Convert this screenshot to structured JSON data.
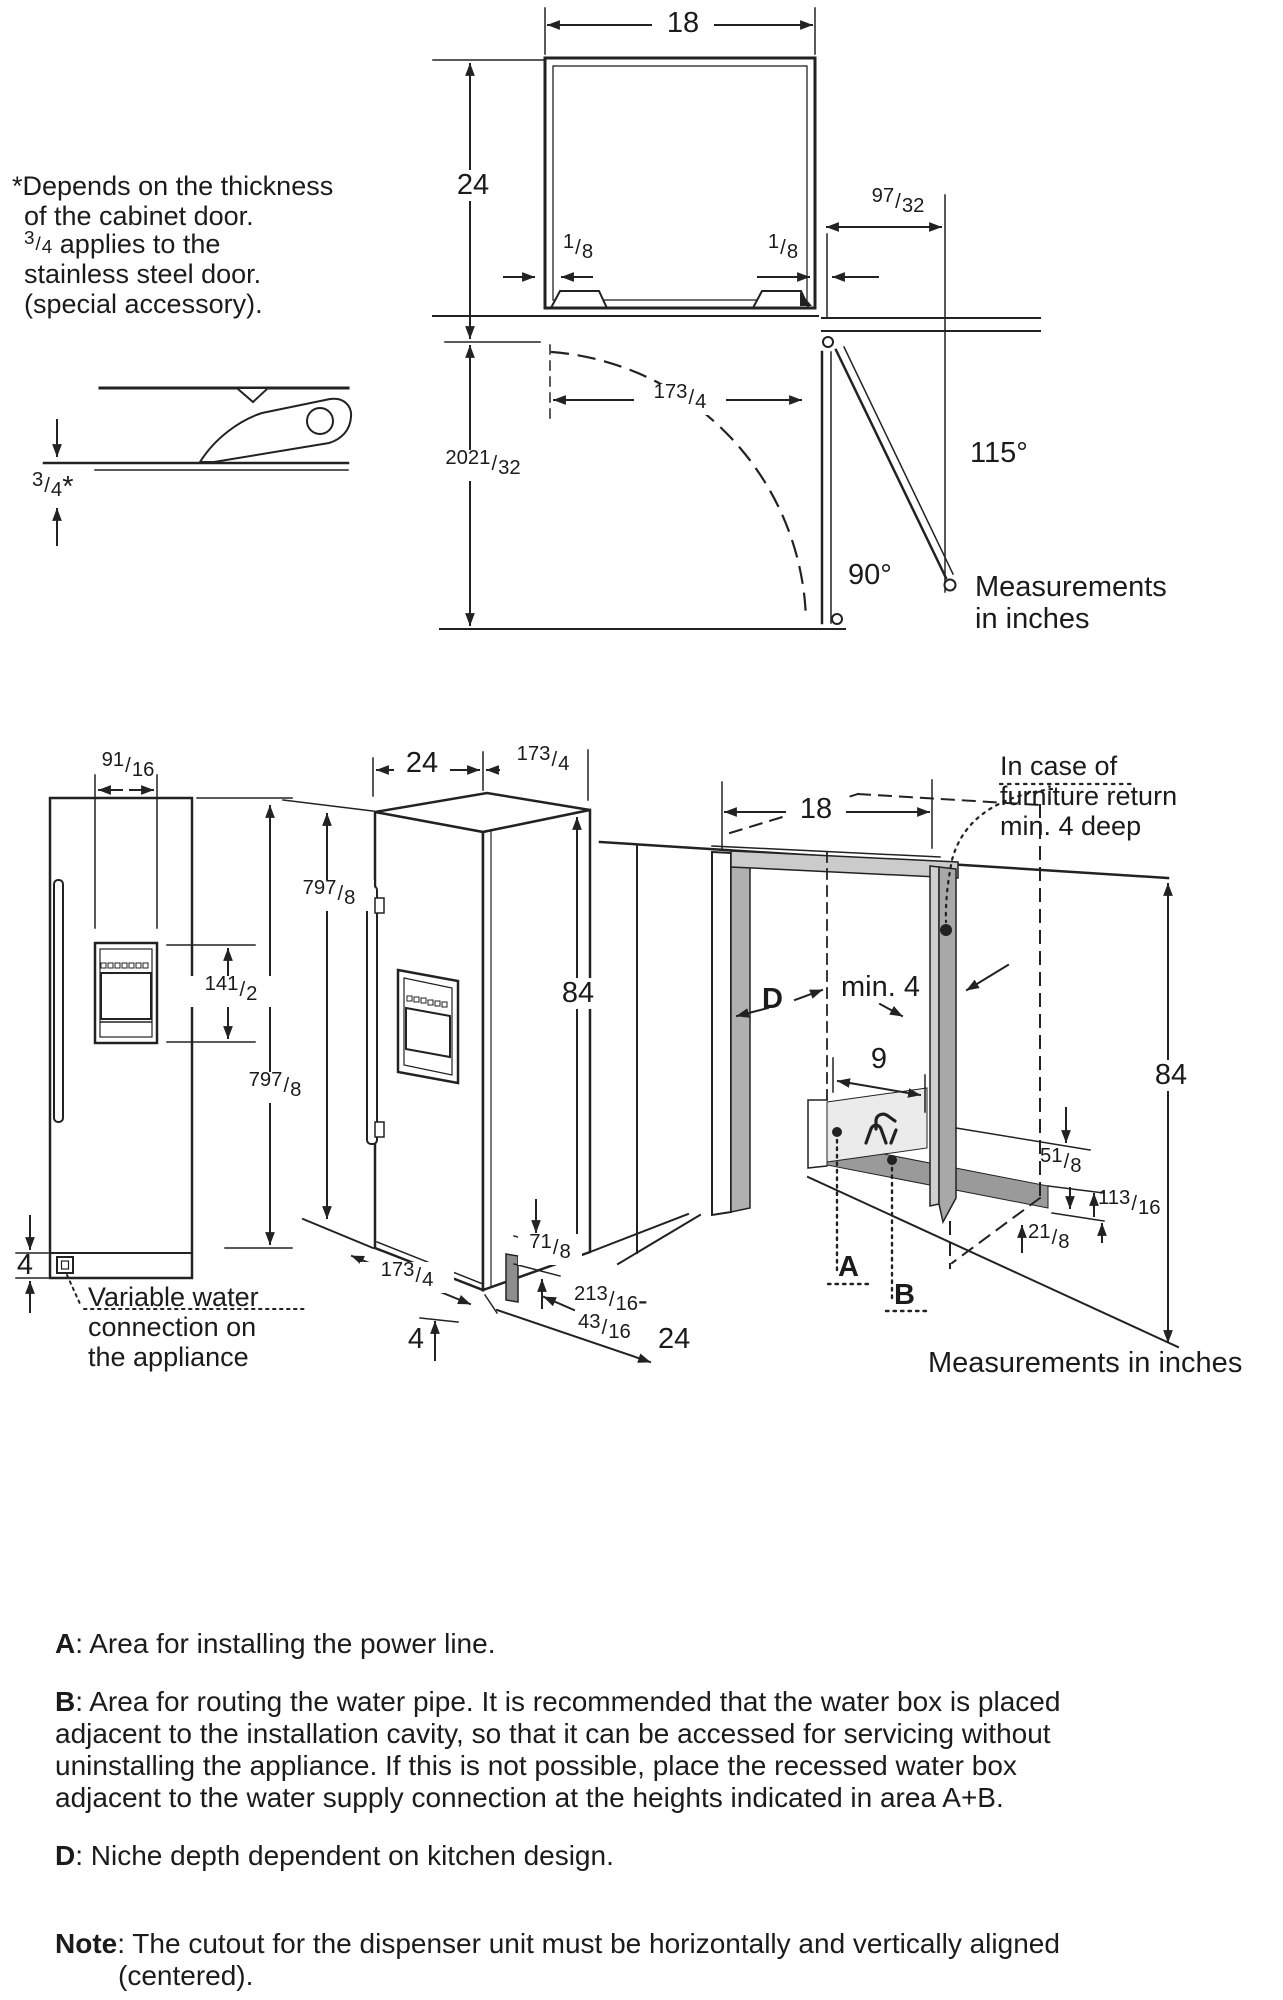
{
  "footnote": {
    "lines": [
      "*Depends on the thickness",
      "of the cabinet door.",
      "3/4 applies to the",
      "stainless steel door.",
      "(special accessory)."
    ]
  },
  "hinge_detail": {
    "door_thickness": "3/4*"
  },
  "top_view": {
    "niche_width": "18",
    "niche_depth": "24",
    "gap_left": "1/8",
    "gap_right": "1/8",
    "door_protrusion": "9 7/32",
    "door_width": "17 3/4",
    "door_clearance": "20 21/32",
    "angle_max": "115°",
    "angle_open": "90°",
    "units_line1": "Measurements",
    "units_line2": "in inches"
  },
  "front_view": {
    "dispenser_offset": "9 1/16",
    "height_upper": "79 7/8",
    "dispenser_height": "14 1/2",
    "height_lower": "79 7/8",
    "base_height": "4",
    "water_note_lines": [
      "Variable water",
      "connection on",
      "the appliance"
    ]
  },
  "iso_view": {
    "depth_top": "24",
    "width_top": "17 3/4",
    "height_left": "79 7/8",
    "height_right": "84",
    "width_bottom": "17 3/4",
    "base_offset": "4",
    "connection_height": "7 1/8",
    "connection_range_line1": "2 13/16-",
    "connection_range_line2": "4 3/16",
    "depth_bottom": "24"
  },
  "niche_view": {
    "width": "18",
    "furniture_note_lines": [
      "In case of",
      "furniture return",
      "min. 4 deep"
    ],
    "depth_label": "D",
    "min_depth": "min. 4",
    "waterbox_width": "9",
    "height": "84",
    "dim_recess": "5 1/8",
    "dim_strip": "1 13/16",
    "dim_offset": "2 1/8",
    "area_a": "A",
    "area_b": "B",
    "units_note": "Measurements in inches"
  },
  "legend": {
    "a_term": "A",
    "a_text": ": Area for installing the power line.",
    "b_term": "B",
    "b_line1": ": Area for routing the water pipe. It is recommended that the water box is placed",
    "b_line2": "adjacent to the installation cavity, so that it can be accessed for servicing without",
    "b_line3": "uninstalling the appliance. If this is not possible, place the recessed water box",
    "b_line4": "adjacent to the water supply connection at the heights indicated in area A+B.",
    "d_term": "D",
    "d_text": ": Niche depth dependent on kitchen design.",
    "note_term": "Note",
    "note_text": ": The cutout for the dispenser unit must be horizontally and vertically aligned",
    "note_text2": "(centered)."
  }
}
